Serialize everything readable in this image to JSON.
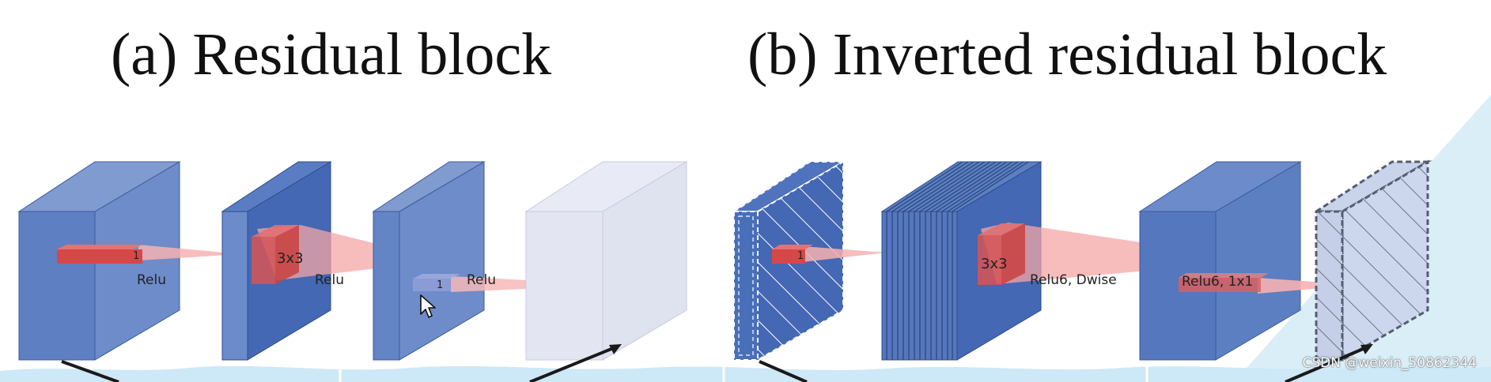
{
  "titles": {
    "a": "(a) Residual block",
    "b": "(b) Inverted residual block"
  },
  "labels": {
    "one": "1",
    "k3x3": "3x3",
    "relu": "Relu",
    "relu6_dwise": "Relu6, Dwise",
    "relu6_1x1": "Relu6, 1x1"
  },
  "watermark": "CSDN @weixin_50862344",
  "colors": {
    "block_blue": "#5b7fc0",
    "block_blue_dark": "#4468b3",
    "block_faded": "#dde2f0",
    "kernel_red": "#d9534f",
    "beam_pink": "#f7b9b9",
    "water": "#cde8f6",
    "ink": "#1a1a1a"
  },
  "icons": {
    "pointer": "mouse-cursor-icon"
  }
}
